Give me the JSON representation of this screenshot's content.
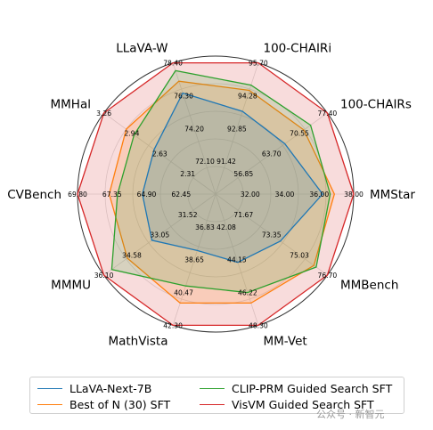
{
  "chart_data": {
    "type": "radar",
    "axes": [
      {
        "name": "MMStar",
        "ticks": [
          "32.00",
          "34.00",
          "36.00",
          "38.00"
        ]
      },
      {
        "name": "100-CHAIRs",
        "ticks": [
          "56.85",
          "63.70",
          "70.55",
          "77.40"
        ]
      },
      {
        "name": "100-CHAIRi",
        "ticks": [
          "91.42",
          "92.85",
          "94.28",
          "95.70"
        ]
      },
      {
        "name": "LLaVA-W",
        "ticks": [
          "72.10",
          "74.20",
          "76.30",
          "78.40"
        ]
      },
      {
        "name": "MMHal",
        "ticks": [
          "2.31",
          "2.63",
          "2.94",
          "3.26"
        ]
      },
      {
        "name": "CVBench",
        "ticks": [
          "62.45",
          "64.90",
          "67.35",
          "69.80"
        ]
      },
      {
        "name": "MMMU",
        "ticks": [
          "31.52",
          "33.05",
          "34.58",
          "36.10"
        ]
      },
      {
        "name": "MathVista",
        "ticks": [
          "36.83",
          "38.65",
          "40.47",
          "42.30"
        ]
      },
      {
        "name": "MM-Vet",
        "ticks": [
          "42.08",
          "44.15",
          "46.22",
          "48.30"
        ]
      },
      {
        "name": "MMBench",
        "ticks": [
          "71.67",
          "73.35",
          "75.03",
          "76.70"
        ]
      }
    ],
    "series": [
      {
        "name": "LLaVA-Next-7B",
        "color": "#1f77b4",
        "values": [
          0.775,
          0.62,
          0.63,
          0.77,
          0.55,
          0.53,
          0.57,
          0.43,
          0.52,
          0.58
        ]
      },
      {
        "name": "Best of N (30) SFT",
        "color": "#ff7f0e",
        "values": [
          0.86,
          0.79,
          0.79,
          0.86,
          0.8,
          0.77,
          0.79,
          0.83,
          0.83,
          0.88
        ]
      },
      {
        "name": "CLIP-PRM Guided Search SFT",
        "color": "#2ca02c",
        "values": [
          0.83,
          0.85,
          0.83,
          0.94,
          0.73,
          0.71,
          0.93,
          0.7,
          0.75,
          0.9
        ]
      },
      {
        "name": "VisVM Guided Search SFT",
        "color": "#d62728",
        "values": [
          1.0,
          1.0,
          1.0,
          1.0,
          1.0,
          1.0,
          1.0,
          1.0,
          1.0,
          1.0
        ]
      }
    ],
    "r_levels": [
      0.25,
      0.5,
      0.75,
      1.0
    ],
    "grid": true,
    "legend_position": "bottom"
  },
  "watermark": "公众号 · 新智元"
}
